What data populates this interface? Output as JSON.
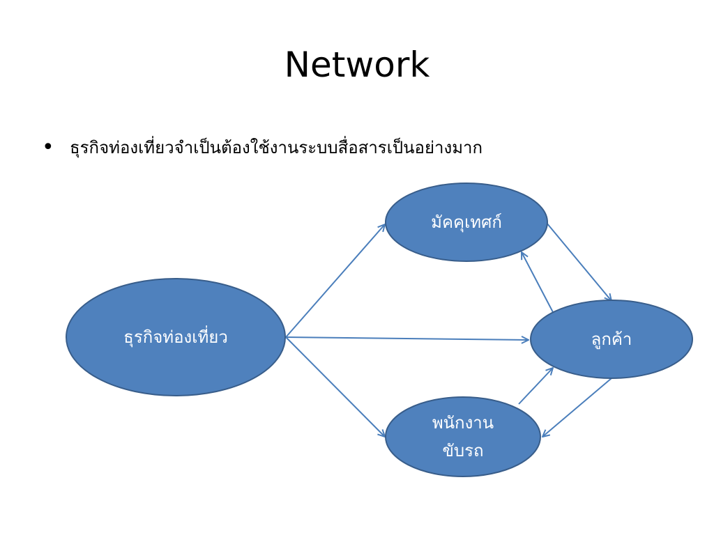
{
  "slide": {
    "title": "Network",
    "bullet": "ธุรกิจท่องเที่ยวจำเป็นต้องใช้งานระบบสื่อสารเป็นอย่างมาก"
  },
  "colors": {
    "node_fill": "#4F81BD",
    "node_stroke": "#385D8A",
    "arrow": "#4A7EBB",
    "node_text": "#FFFFFF"
  },
  "diagram": {
    "nodes": [
      {
        "id": "business",
        "label_lines": [
          "ธุรกิจท่องเที่ยว"
        ]
      },
      {
        "id": "guide",
        "label_lines": [
          "มัคคุเทศก์"
        ]
      },
      {
        "id": "customer",
        "label_lines": [
          "ลูกค้า"
        ]
      },
      {
        "id": "driver",
        "label_lines": [
          "พนักงาน",
          "ขับรถ"
        ]
      }
    ],
    "edges": [
      {
        "from": "business",
        "to": "guide"
      },
      {
        "from": "business",
        "to": "customer"
      },
      {
        "from": "business",
        "to": "driver"
      },
      {
        "from": "guide",
        "to": "customer"
      },
      {
        "from": "customer",
        "to": "guide"
      },
      {
        "from": "customer",
        "to": "driver"
      },
      {
        "from": "driver",
        "to": "customer"
      }
    ]
  }
}
